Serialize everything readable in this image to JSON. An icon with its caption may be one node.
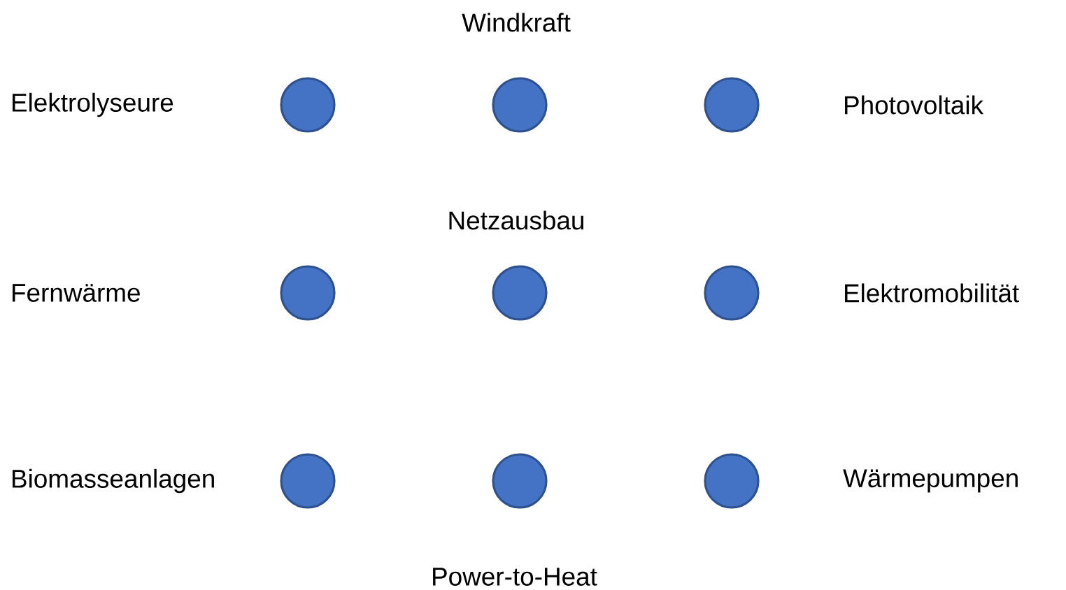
{
  "diagram": {
    "nodes": [
      {
        "text": [],
        "shape": "circle"
      },
      {
        "text": [],
        "shape": "circle"
      },
      {
        "text": [],
        "shape": "circle"
      },
      {
        "text": [],
        "shape": "circle"
      },
      {
        "text": [],
        "shape": "circle"
      },
      {
        "text": [],
        "shape": "circle"
      },
      {
        "text": [],
        "shape": "circle"
      },
      {
        "text": [],
        "shape": "circle"
      },
      {
        "text": [],
        "shape": "circle"
      }
    ],
    "labels": [
      "Windkraft",
      "Elektrolyseure",
      "Photovoltaik",
      "Netzausbau",
      "Fernwärme",
      "Elektromobilität",
      "Biomasseanlagen",
      "Wärmepumpen",
      "Power-to-Heat"
    ]
  }
}
